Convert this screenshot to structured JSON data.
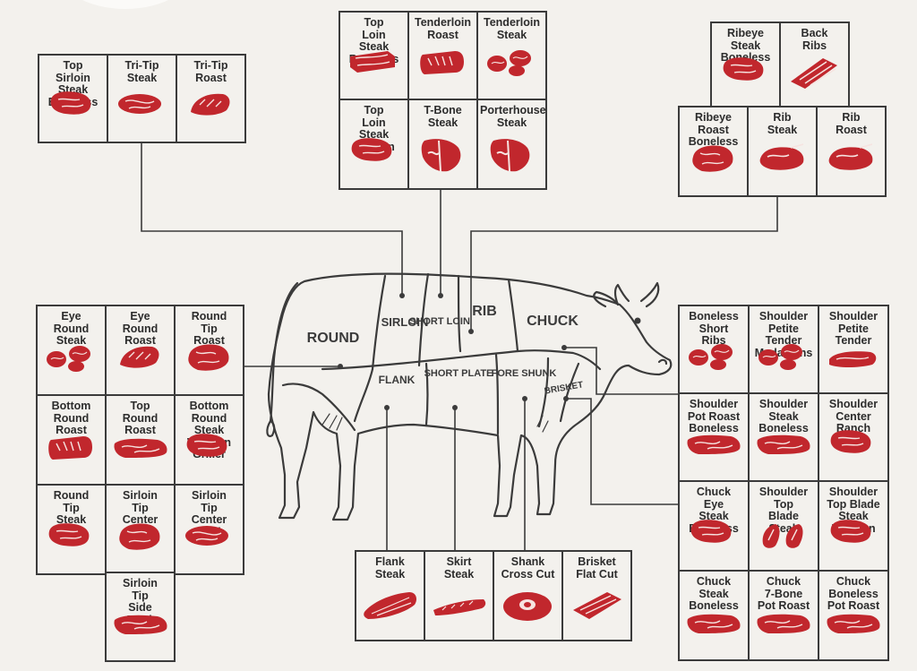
{
  "colors": {
    "meat": "#c1272d",
    "marbling": "#f6e3e0",
    "line": "#3b3b3b",
    "background": "#f3f1ed"
  },
  "cow_sections": [
    "ROUND",
    "SIRLOIN",
    "SHORT LOIN",
    "RIB",
    "CHUCK",
    "FLANK",
    "SHORT PLATE",
    "FORE SHUNK",
    "BRISKET"
  ],
  "groups": {
    "sirloin": [
      {
        "label": "Top\nSirloin\nSteak\nBoneless",
        "shape": "steak"
      },
      {
        "label": "Tri-Tip\nSteak",
        "shape": "oval"
      },
      {
        "label": "Tri-Tip\nRoast",
        "shape": "wedge"
      }
    ],
    "short_loin": [
      {
        "label": "Top\nLoin\nSteak\nBoneless",
        "shape": "brick"
      },
      {
        "label": "Tenderloin\nRoast",
        "shape": "roll"
      },
      {
        "label": "Tenderloin\nSteak",
        "shape": "rounds"
      },
      {
        "label": "Top\nLoin\nSteak\nBone-In",
        "shape": "steak"
      },
      {
        "label": "T-Bone\nSteak",
        "shape": "tbone"
      },
      {
        "label": "Porterhouse\nSteak",
        "shape": "tbone"
      }
    ],
    "rib_top": [
      {
        "label": "Ribeye\nSteak\nBoneless",
        "shape": "steak"
      },
      {
        "label": "Back\nRibs",
        "shape": "ribs"
      }
    ],
    "rib_bottom": [
      {
        "label": "Ribeye\nRoast\nBoneless",
        "shape": "roast"
      },
      {
        "label": "Rib\nSteak",
        "shape": "ribsteak"
      },
      {
        "label": "Rib\nRoast",
        "shape": "ribsteak"
      }
    ],
    "round": [
      {
        "label": "Eye\nRound\nSteak",
        "shape": "rounds"
      },
      {
        "label": "Eye\nRound\nRoast",
        "shape": "wedge"
      },
      {
        "label": "Round\nTip\nRoast",
        "shape": "roast"
      },
      {
        "label": "Bottom\nRound\nRoast",
        "shape": "roll"
      },
      {
        "label": "Top\nRound\nRoast",
        "shape": "flat"
      },
      {
        "label": "Bottom\nRound\nSteak\nWestern\nGriller",
        "shape": "steak"
      },
      {
        "label": "Round\nTip\nSteak",
        "shape": "steak"
      },
      {
        "label": "Sirloin\nTip\nCenter\nRoast",
        "shape": "roast"
      },
      {
        "label": "Sirloin\nTip\nCenter\nSteak",
        "shape": "oval"
      }
    ],
    "round_extra": [
      {
        "label": "Sirloin\nTip\nSide\nSteak",
        "shape": "flat"
      }
    ],
    "chuck": [
      {
        "label": "Boneless\nShort\nRibs",
        "shape": "rounds"
      },
      {
        "label": "Shoulder\nPetite\nTender\nMedallions",
        "shape": "rounds"
      },
      {
        "label": "Shoulder\nPetite\nTender",
        "shape": "strip"
      },
      {
        "label": "Shoulder\nPot Roast\nBoneless",
        "shape": "flat"
      },
      {
        "label": "Shoulder\nSteak\nBoneless",
        "shape": "flat"
      },
      {
        "label": "Shoulder\nCenter\nRanch\nSteak",
        "shape": "steak"
      },
      {
        "label": "Chuck\nEye\nSteak\nBoneless",
        "shape": "steak"
      },
      {
        "label": "Shoulder\nTop\nBlade\nSteak",
        "shape": "twostrips"
      },
      {
        "label": "Shoulder\nTop Blade\nSteak\nFlat Iron",
        "shape": "steak"
      },
      {
        "label": "Chuck\nSteak\nBoneless",
        "shape": "flat"
      },
      {
        "label": "Chuck\n7-Bone\nPot Roast",
        "shape": "flat"
      },
      {
        "label": "Chuck\nBoneless\nPot Roast",
        "shape": "flat"
      }
    ],
    "plate": [
      {
        "label": "Flank\nSteak",
        "shape": "flank"
      },
      {
        "label": "Skirt\nSteak",
        "shape": "skirt"
      },
      {
        "label": "Shank\nCross Cut",
        "shape": "shank"
      },
      {
        "label": "Brisket\nFlat Cut",
        "shape": "brisket"
      }
    ]
  }
}
